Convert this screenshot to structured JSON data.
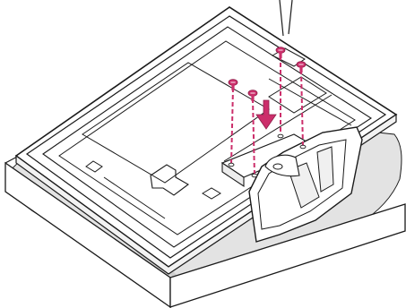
{
  "figure": {
    "type": "assembly-illustration",
    "subject": "tv-stand-mounting",
    "screw_count": 4,
    "colors": {
      "line": "#1a1a1a",
      "cloth": "#e3e3e3",
      "cloth_shadow": "#c9c9c9",
      "screw": "#cc2f6b",
      "panel": "#ffffff",
      "arrow": "#cc2f6b"
    }
  }
}
